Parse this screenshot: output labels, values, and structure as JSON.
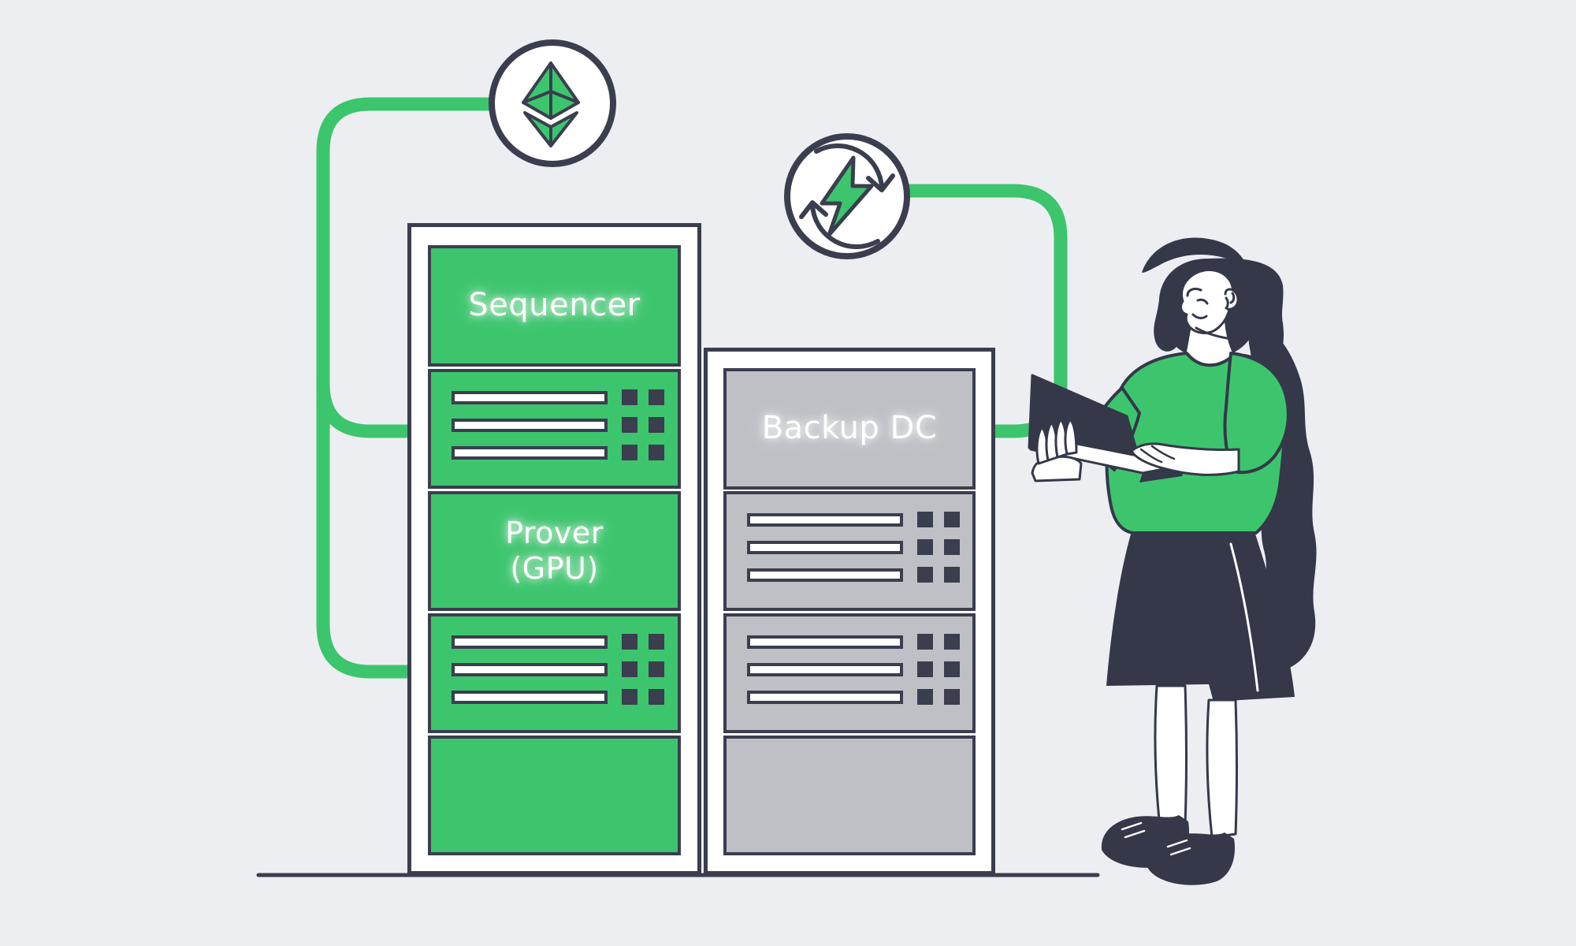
{
  "illustration": {
    "description_labels_only": true,
    "background_color": "#edeef2"
  },
  "colors": {
    "accent_green": "#3cc56d",
    "outline_navy": "#3a3e4e",
    "fill_navy": "#343849",
    "panel_gray": "#bec0c6",
    "frame_white": "#ffffff"
  },
  "icons": {
    "ethereum": "ethereum-logo-icon",
    "sync": "sync-arrows-lightning-icon"
  },
  "racks": {
    "primary": {
      "labels": {
        "sequencer": "Sequencer",
        "prover_line1": "Prover",
        "prover_line2": "(GPU)"
      },
      "panel_types": [
        "label",
        "slots",
        "label",
        "slots",
        "plain"
      ]
    },
    "backup": {
      "label": "Backup DC",
      "panel_types": [
        "label",
        "slots",
        "slots",
        "plain"
      ]
    }
  }
}
